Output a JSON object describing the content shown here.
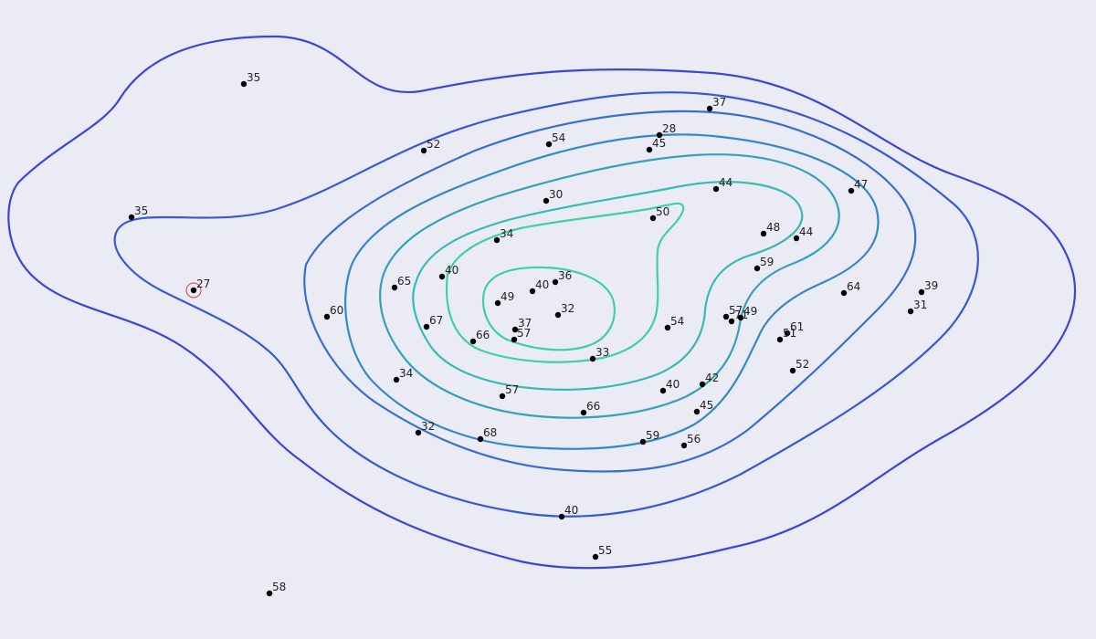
{
  "chart_data": {
    "type": "scatter",
    "subtype": "density-contour",
    "title": "",
    "xlabel": "",
    "ylabel": "",
    "grid": false,
    "legend": "none",
    "background": "#ebebf5",
    "point_color": "#000000",
    "highlight_color": "#e23b3b",
    "contour_colors": [
      "#3a46d8",
      "#3858d4",
      "#3670cc",
      "#3488c4",
      "#33a0bc",
      "#39b9b2",
      "#40cfa6"
    ],
    "points": [
      {
        "label": "35"
      },
      {
        "label": "37"
      },
      {
        "label": "28"
      },
      {
        "label": "54"
      },
      {
        "label": "45"
      },
      {
        "label": "52"
      },
      {
        "label": "47"
      },
      {
        "label": "44"
      },
      {
        "label": "30"
      },
      {
        "label": "35"
      },
      {
        "label": "50"
      },
      {
        "label": "48"
      },
      {
        "label": "44"
      },
      {
        "label": "34"
      },
      {
        "label": "59"
      },
      {
        "label": "27",
        "highlighted": true
      },
      {
        "label": "65"
      },
      {
        "label": "40"
      },
      {
        "label": "36"
      },
      {
        "label": "40"
      },
      {
        "label": "49"
      },
      {
        "label": "64"
      },
      {
        "label": "39"
      },
      {
        "label": "31"
      },
      {
        "label": "60"
      },
      {
        "label": "32"
      },
      {
        "label": "57"
      },
      {
        "label": "49"
      },
      {
        "label": "71"
      },
      {
        "label": "67"
      },
      {
        "label": "37"
      },
      {
        "label": "57"
      },
      {
        "label": "66"
      },
      {
        "label": "54"
      },
      {
        "label": "61"
      },
      {
        "label": "51"
      },
      {
        "label": "33"
      },
      {
        "label": "52"
      },
      {
        "label": "34"
      },
      {
        "label": "42"
      },
      {
        "label": "40"
      },
      {
        "label": "57"
      },
      {
        "label": "66"
      },
      {
        "label": "45"
      },
      {
        "label": "32"
      },
      {
        "label": "68"
      },
      {
        "label": "59"
      },
      {
        "label": "56"
      },
      {
        "label": "40"
      },
      {
        "label": "55"
      },
      {
        "label": "58"
      }
    ]
  }
}
